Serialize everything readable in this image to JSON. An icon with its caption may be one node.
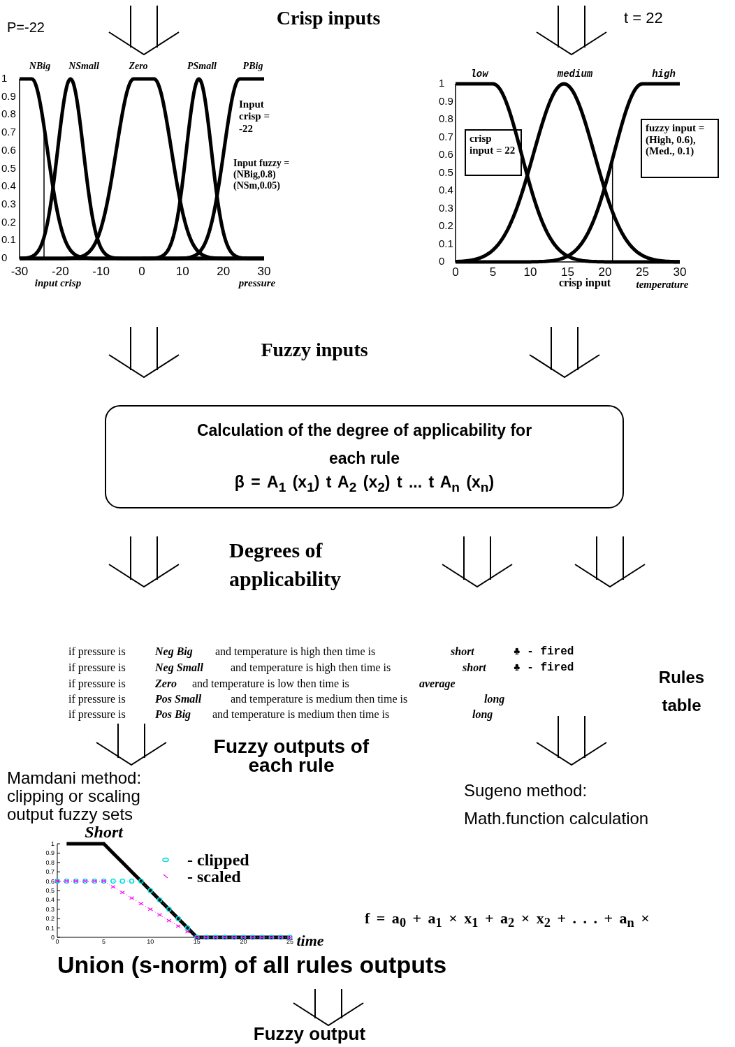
{
  "diagram": {
    "nodes": [
      {
        "text": [
          "crisp input = 22"
        ]
      },
      {
        "text": [
          "fuzzy input = (High, 0.6), (Med., 0.1)"
        ]
      },
      {
        "text": [
          "Calculation of the degree of applicability for each rule",
          "β = A$_{1}$ (x$_{1}$) t A$_{2}$ (x$_{2}$) t ... t A$_{n}$ (x$_{n}$)"
        ]
      }
    ],
    "labels": [
      "P=-22",
      "Crisp inputs",
      "t = 22",
      "NBig",
      "NSmall",
      "Zero",
      "PSmall",
      "PBig",
      "1",
      "0.9",
      "0.8",
      "0.7",
      "0.6",
      "0.5",
      "0.4",
      "0.3",
      "0.2",
      "0.1",
      "0",
      "Input crisp = -22",
      "Input fuzzy = (NBig,0.8) (NSm,0.05)",
      "-30",
      "-20",
      "-10",
      "0",
      "10",
      "20",
      "30",
      "input crisp",
      "pressure",
      "low",
      "medium",
      "high",
      "1",
      "0.9",
      "0.8",
      "0.7",
      "0.6",
      "0.5",
      "0.4",
      "0.3",
      "0.2",
      "0.1",
      "0",
      "0",
      "5",
      "10",
      "15",
      "20",
      "25",
      "30",
      "crisp input",
      "temperature",
      "Fuzzy inputs",
      "Degrees of applicability",
      "if pressure is",
      "Neg Big",
      "and temperature is high then time is",
      "short",
      "♣ - fired",
      "if pressure is",
      "Neg Small",
      "and temperature is high then time is",
      "short",
      "♣ - fired",
      "if pressure is",
      "Zero",
      "and temperature is low then time is",
      "average",
      "if pressure is",
      "Pos Small",
      "and temperature is medium then time is",
      "long",
      "if pressure is",
      "Pos Big",
      "and temperature is medium then time is",
      "long",
      "Rules table",
      "Fuzzy outputs of each rule",
      "Mamdani method: clipping or scaling output fuzzy sets",
      "Sugeno method: Math.function calculation",
      "f = a$_{0}$ + a$_{1}$ × x$_{1}$ + a$_{2}$ × x$_{2}$ + . . . + a$_{n}$ ×",
      "Union (s-norm) of all rules outputs",
      "Fuzzy output"
    ],
    "legend": [
      {
        "text": "- clipped"
      },
      {
        "text": "- scaled"
      }
    ],
    "chart_data": {
      "type": "line",
      "xlabel": "time",
      "x": [
        0,
        1,
        2,
        3,
        4,
        5,
        6,
        7,
        8,
        9,
        10,
        11,
        12,
        13,
        14,
        15,
        16,
        17,
        18,
        19,
        20,
        21,
        22,
        23,
        24,
        25
      ],
      "series": [
        {
          "name": "Short",
          "color": "#000000",
          "values": [
            null,
            1,
            1,
            1,
            1,
            1,
            0.9,
            0.8,
            0.7,
            0.6,
            0.5,
            0.4,
            0.3,
            0.2,
            0.1,
            0,
            0,
            0,
            0,
            0,
            0,
            0,
            0,
            0,
            0,
            0
          ]
        },
        {
          "color": "#00dede",
          "marker": "circle",
          "line_style": "dotted",
          "values": [
            0.6,
            0.6,
            0.6,
            0.6,
            0.6,
            0.6,
            0.6,
            0.6,
            0.6,
            0.6,
            0.5,
            0.4,
            0.3,
            0.2,
            0.1,
            0,
            0,
            0,
            0,
            0,
            0,
            0,
            0,
            0,
            0,
            0
          ]
        },
        {
          "color": "#ff00ff",
          "marker": "cross",
          "line_style": "dotted",
          "values": [
            0.6,
            0.6,
            0.6,
            0.6,
            0.6,
            0.6,
            0.54,
            0.48,
            0.42,
            0.36,
            0.3,
            0.24,
            0.18,
            0.12,
            0.06,
            0,
            0,
            0,
            0,
            0,
            0,
            0,
            0,
            0,
            0,
            0
          ]
        }
      ],
      "xlim": [
        0,
        25
      ],
      "ylim": [
        0,
        1
      ],
      "xticks": [
        0,
        5,
        10,
        15,
        20,
        25
      ],
      "yticks": [
        0,
        0.1,
        0.2,
        0.3,
        0.4,
        0.5,
        0.6,
        0.7,
        0.8,
        0.9,
        1
      ]
    }
  }
}
